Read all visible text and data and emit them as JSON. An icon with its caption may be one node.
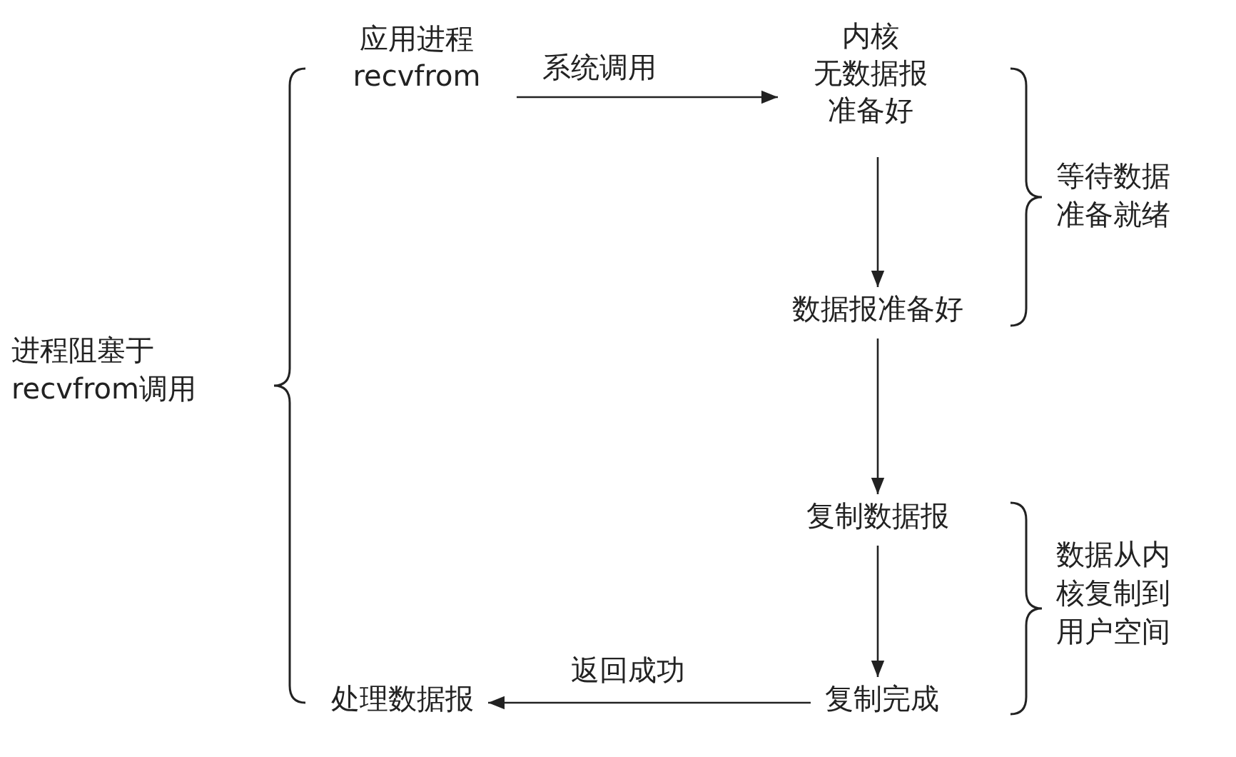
{
  "diagram": {
    "nodes": [
      {
        "text": [
          "应用进程",
          "recvfrom"
        ]
      },
      {
        "text": [
          "内核",
          "无数据报准备好"
        ]
      },
      {
        "text": [
          "数据报准备好"
        ]
      },
      {
        "text": [
          "复制数据报"
        ]
      },
      {
        "text": [
          "复制完成"
        ]
      },
      {
        "text": [
          "处理数据报"
        ]
      }
    ],
    "edges": [
      {
        "from": 0,
        "to": 1,
        "arrow": "to",
        "label": "系统调用"
      },
      {
        "from": 1,
        "to": 2,
        "arrow": "to"
      },
      {
        "from": 2,
        "to": 3,
        "arrow": "to"
      },
      {
        "from": 3,
        "to": 4,
        "arrow": "to"
      },
      {
        "from": 4,
        "to": 5,
        "arrow": "to",
        "label": "返回成功"
      }
    ],
    "labels": [
      "进程阻塞于recvfrom调用",
      "等待数据准备就绪",
      "数据从内核复制到用户空间"
    ]
  }
}
